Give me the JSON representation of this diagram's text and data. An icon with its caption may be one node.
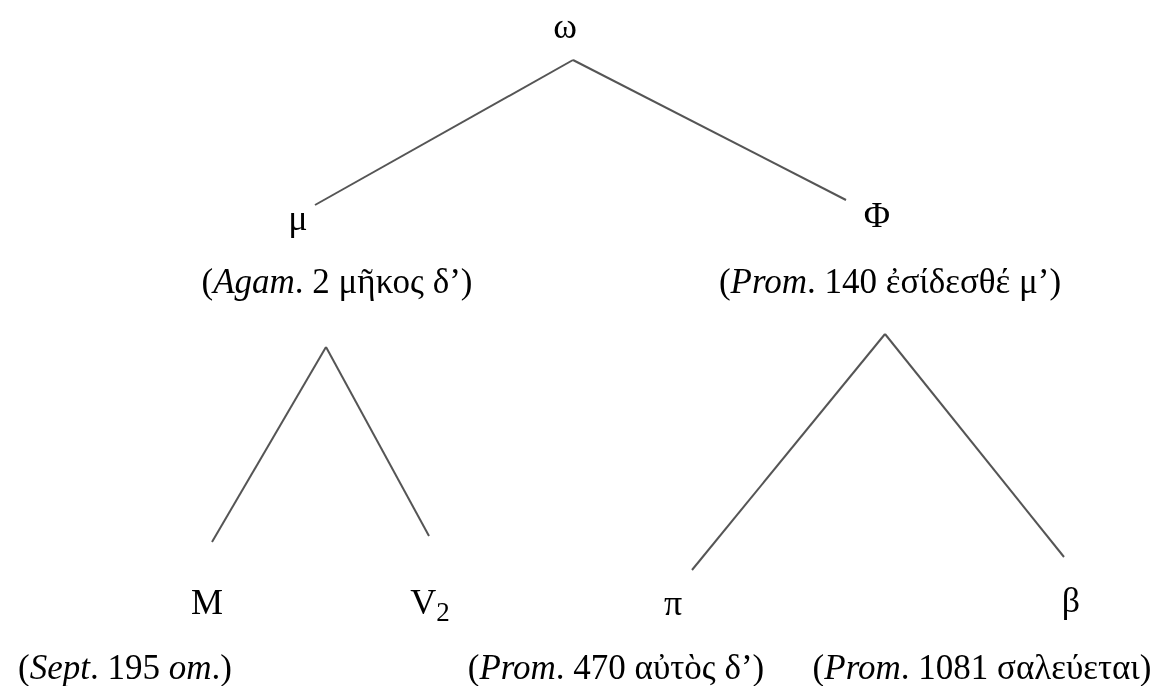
{
  "diagram": {
    "nodes": [
      {
        "text": [
          "ω"
        ]
      },
      {
        "text": [
          "μ"
        ],
        "beside": [
          "(*Agam*. 2 μῆκος δ’)"
        ]
      },
      {
        "text": [
          "Φ"
        ],
        "beside": [
          "(*Prom*. 140 ἐσίδεσθέ μ’)"
        ]
      },
      {
        "text": [
          "M"
        ],
        "beside": [
          "(*Sept*. 195 *om*.)"
        ]
      },
      {
        "text": [
          "V$_{2}$"
        ]
      },
      {
        "text": [
          "π"
        ],
        "beside": [
          "(*Prom*. 470 αὐτὸς δ’)"
        ]
      },
      {
        "text": [
          "β"
        ],
        "beside": [
          "(*Prom*. 1081 σαλεύεται)"
        ]
      }
    ],
    "edges": [
      {
        "from": 0,
        "to": 1,
        "arrow": "none"
      },
      {
        "from": 0,
        "to": 2,
        "arrow": "none"
      },
      {
        "from": 1,
        "to": 3,
        "arrow": "none"
      },
      {
        "from": 1,
        "to": 4,
        "arrow": "none"
      },
      {
        "from": 2,
        "to": 5,
        "arrow": "none"
      },
      {
        "from": 2,
        "to": 6,
        "arrow": "none"
      }
    ]
  }
}
